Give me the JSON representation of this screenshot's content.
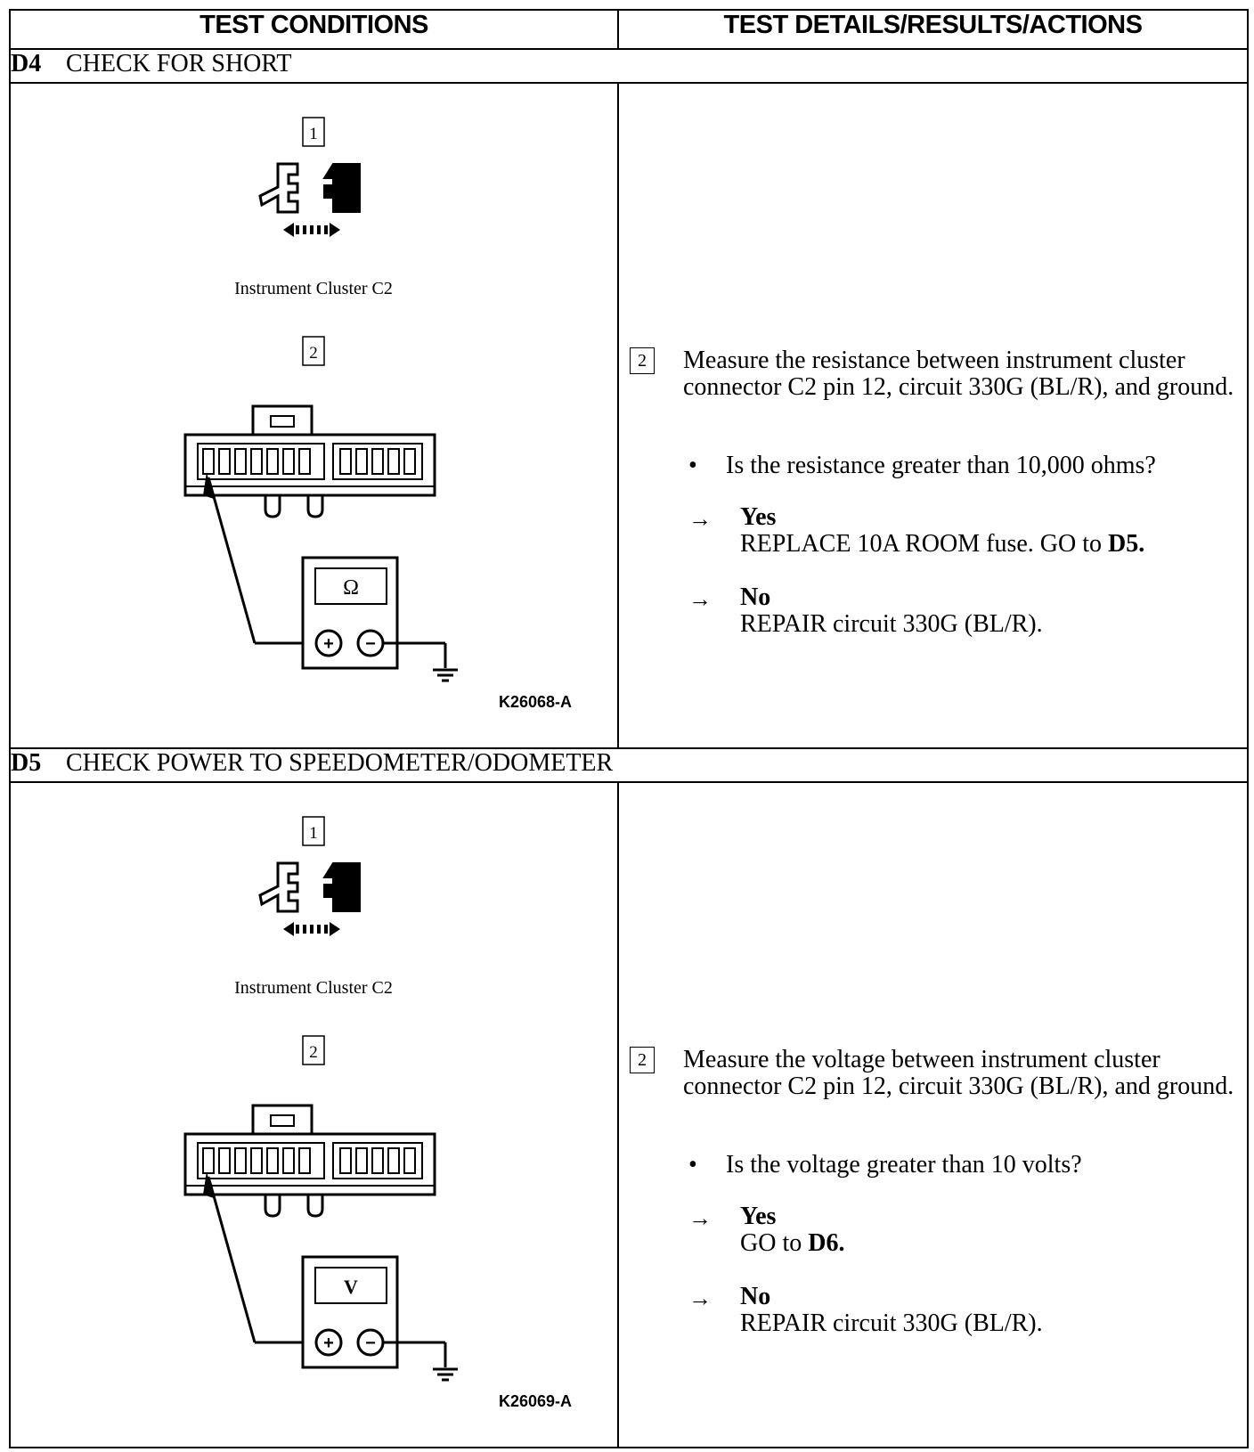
{
  "headers": {
    "conditions": "TEST CONDITIONS",
    "details": "TEST DETAILS/RESULTS/ACTIONS"
  },
  "steps": [
    {
      "id": "D4",
      "title": "CHECK FOR SHORT",
      "figure": {
        "step1_number": "1",
        "step1_caption": "Instrument Cluster C2",
        "step2_number": "2",
        "meter_symbol": "Ω",
        "ref_code": "K26068-A"
      },
      "instruction_number": "2",
      "instruction": "Measure the resistance between instrument cluster connector C2 pin 12, circuit 330G (BL/R), and ground.",
      "question": "Is the resistance greater than 10,000 ohms?",
      "yes_label": "Yes",
      "yes_action": "REPLACE 10A ROOM fuse. GO to ",
      "yes_target": "D5.",
      "no_label": "No",
      "no_action": "REPAIR circuit 330G (BL/R)."
    },
    {
      "id": "D5",
      "title": "CHECK POWER TO SPEEDOMETER/ODOMETER",
      "figure": {
        "step1_number": "1",
        "step1_caption": "Instrument Cluster C2",
        "step2_number": "2",
        "meter_symbol": "V",
        "ref_code": "K26069-A"
      },
      "instruction_number": "2",
      "instruction": "Measure the voltage between instrument cluster connector C2 pin 12, circuit 330G (BL/R), and ground.",
      "question": "Is the voltage greater than 10 volts?",
      "yes_label": "Yes",
      "yes_action": "GO to ",
      "yes_target": "D6.",
      "no_label": "No",
      "no_action": "REPAIR circuit 330G (BL/R)."
    }
  ],
  "symbols": {
    "bullet": "•",
    "arrow": "→",
    "plus": "+",
    "minus": "−"
  }
}
